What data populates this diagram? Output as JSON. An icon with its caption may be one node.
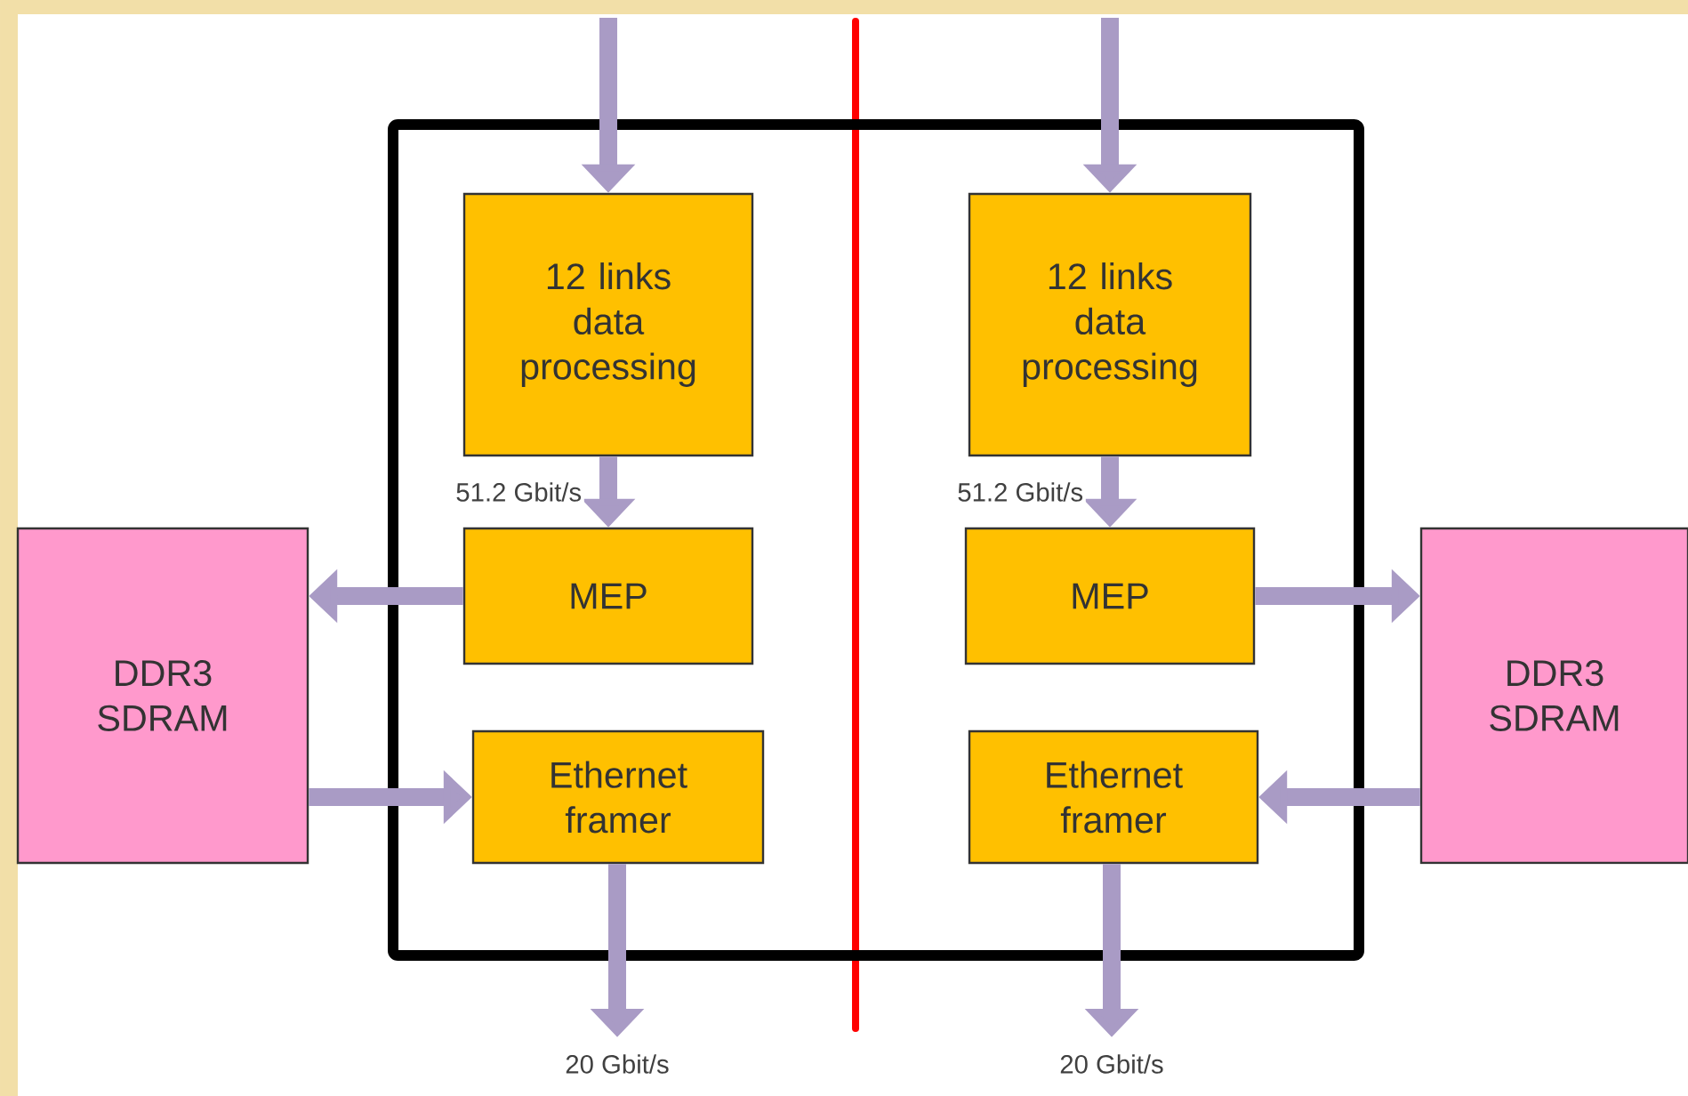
{
  "diagram": {
    "nodes": [
      {
        "text": [],
        "shape": "box"
      },
      {
        "text": [
          "12 links data processing"
        ],
        "in": 0
      },
      {
        "text": [
          "12 links data processing"
        ],
        "in": 0
      },
      {
        "text": [
          "DDR3 SDRAM"
        ]
      },
      {
        "text": [
          "MEP"
        ],
        "in": 0
      },
      {
        "text": [
          "MEP"
        ],
        "in": 0
      },
      {
        "text": [
          "DDR3 SDRAM"
        ]
      },
      {
        "text": [
          "Ethernet framer"
        ],
        "in": 0
      },
      {
        "text": [
          "Ethernet framer"
        ],
        "in": 0
      }
    ],
    "edges": [
      {
        "from": null,
        "to": 1,
        "arrow": "to"
      },
      {
        "from": null,
        "to": 2,
        "arrow": "to"
      },
      {
        "from": 1,
        "to": 4,
        "arrow": "to",
        "label": "51.2 Gbit/s"
      },
      {
        "from": 2,
        "to": 5,
        "arrow": "to",
        "label": "51.2 Gbit/s"
      },
      {
        "from": 4,
        "to": 3,
        "arrow": "to"
      },
      {
        "from": 5,
        "to": 6,
        "arrow": "to"
      },
      {
        "from": 3,
        "to": 7,
        "arrow": "to"
      },
      {
        "from": 6,
        "to": 8,
        "arrow": "to"
      },
      {
        "from": 7,
        "to": null,
        "arrow": "to",
        "label": "20 Gbit/s"
      },
      {
        "from": 8,
        "to": null,
        "arrow": "to",
        "label": "20 Gbit/s"
      }
    ]
  }
}
